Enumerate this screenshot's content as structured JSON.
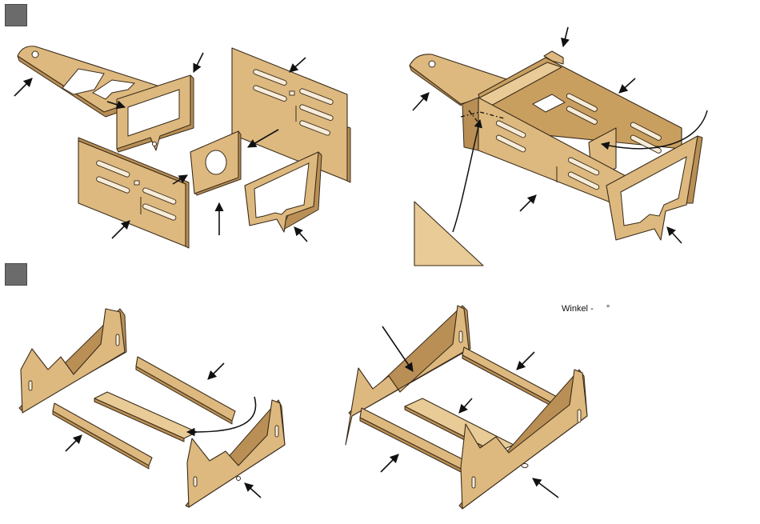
{
  "steps": [
    {
      "id": "1",
      "label": ""
    },
    {
      "id": "2",
      "label": ""
    }
  ],
  "angle_note": {
    "label": "Winkel",
    "separator": "-",
    "value": "",
    "unit": "°"
  },
  "colors": {
    "wood": "#ddb97f",
    "wood_light": "#e8cb96",
    "wood_dark": "#c99f60",
    "outline": "#3a2b1a",
    "badge": "#6b6b6b",
    "arrow": "#111111"
  }
}
